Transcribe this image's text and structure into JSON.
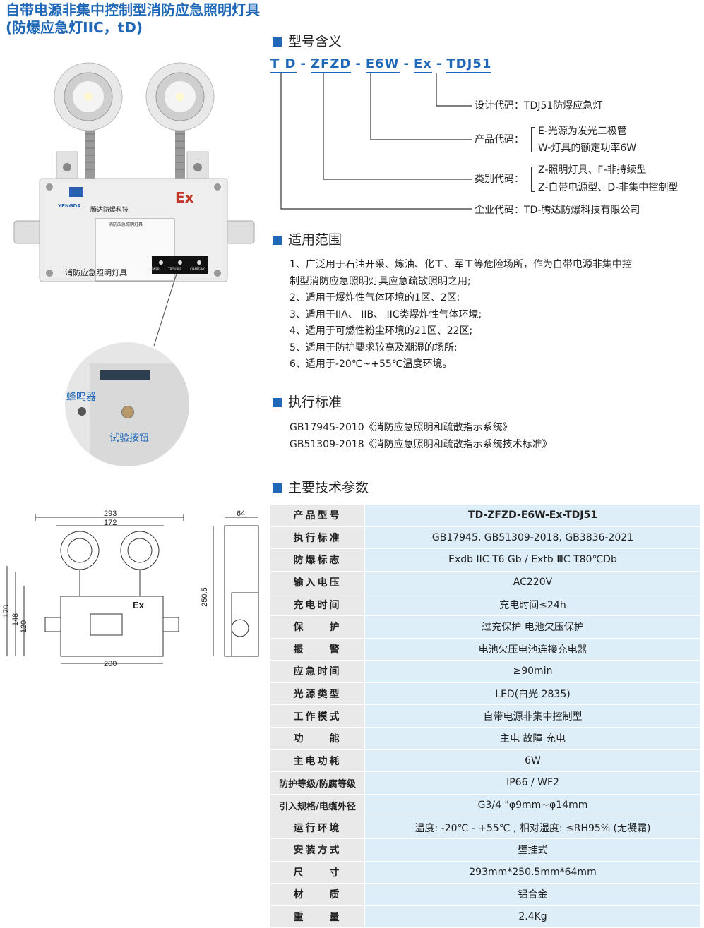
{
  "title": {
    "line1": "自带电源非集中控制型消防应急照明灯具",
    "line2": "(防爆应急灯IIC，tD)"
  },
  "sections": {
    "model_meaning": "型号含义",
    "scope": "适用范围",
    "standard": "执行标准",
    "params": "主要技术参数"
  },
  "model_code": {
    "parts": [
      "T D",
      "ZFZD",
      "E6W",
      "Ex",
      "TDJ51"
    ],
    "design_code": "设计代码：TDJ51防爆应急灯",
    "product_label": "产品代码：",
    "product_lines": [
      "E-光源为发光二极管",
      "W-灯具的额定功率6W"
    ],
    "category_label": "类别代码：",
    "category_lines": [
      "Z-照明灯具、F-非持续型",
      "Z-自带电源型、D-非集中控制型"
    ],
    "enterprise_code": "企业代码：TD-腾达防爆科技有限公司"
  },
  "scope_items": [
    "1、广泛用于石油开采、炼油、化工、军工等危险场所，作为自带电源非集中控",
    "制型消防应急照明灯具应急疏散照明之用;",
    "2、适用于爆炸性气体环境的1区、2区;",
    "3、适用于IIA、 IIB、 IIC类爆炸性气体环境;",
    "4、适用于可燃性粉尘环境的21区、22区;",
    "5、适用于防护要求较高及潮湿的场所;",
    "6、适用于-20℃~+55℃温度环境。"
  ],
  "standards": [
    "GB17945-2010《消防应急照明和疏散指示系统》",
    "GB51309-2018《消防应急照明和疏散指示系统技术标准》"
  ],
  "photo": {
    "brand": "YENGDA",
    "brand_cn": "腾达防爆科技",
    "ex_mark": "Ex",
    "product_label": "消防应急照明灯具",
    "nameplate": "消防应急照明灯具",
    "indicators": [
      "POWER",
      "TROUBLE",
      "CHARGING"
    ],
    "callout_buzzer": "蜂鸣器",
    "callout_button": "试验按钮"
  },
  "dimensions": {
    "d293": "293",
    "d172": "172",
    "d200": "200",
    "d170": "170",
    "d148": "148",
    "d120": "120",
    "d250": "250.5",
    "d64": "64",
    "ex": "Ex"
  },
  "spec_rows": [
    {
      "k": "产品型号",
      "v": "TD-ZFZD-E6W-Ex-TDJ51"
    },
    {
      "k": "执行标准",
      "v": "GB17945, GB51309-2018, GB3836-2021"
    },
    {
      "k": "防爆标志",
      "v": "Exdb IIC T6 Gb / Extb ⅢC T80℃Db"
    },
    {
      "k": "输入电压",
      "v": "AC220V"
    },
    {
      "k": "充电时间",
      "v": "充电时间≤24h"
    },
    {
      "k": "保　　护",
      "v": "过充保护 电池欠压保护"
    },
    {
      "k": "报　　警",
      "v": "电池欠压电池连接充电器"
    },
    {
      "k": "应急时间",
      "v": "≥90min"
    },
    {
      "k": "光源类型",
      "v": "LED(白光 2835)"
    },
    {
      "k": "工作模式",
      "v": "自带电源非集中控制型"
    },
    {
      "k": "功　　能",
      "v": "主电 故障 充电"
    },
    {
      "k": "主电功耗",
      "v": "6W"
    },
    {
      "k": "防护等级/防腐等级",
      "v": "IP66 / WF2"
    },
    {
      "k": "引入规格/电缆外径",
      "v": "G3/4 \"φ9mm~φ14mm"
    },
    {
      "k": "运行环境",
      "v": "温度: -20℃ - +55℃ , 相对湿度: ≤RH95% (无凝霜)"
    },
    {
      "k": "安装方式",
      "v": "壁挂式"
    },
    {
      "k": "尺　　寸",
      "v": "293mm*250.5mm*64mm"
    },
    {
      "k": "材　　质",
      "v": "铝合金"
    },
    {
      "k": "重　　量",
      "v": "2.4Kg"
    }
  ],
  "colors": {
    "accent": "#1f68b8",
    "key_bg": "#e9e9e9",
    "val_bg": "#ddeef9"
  }
}
